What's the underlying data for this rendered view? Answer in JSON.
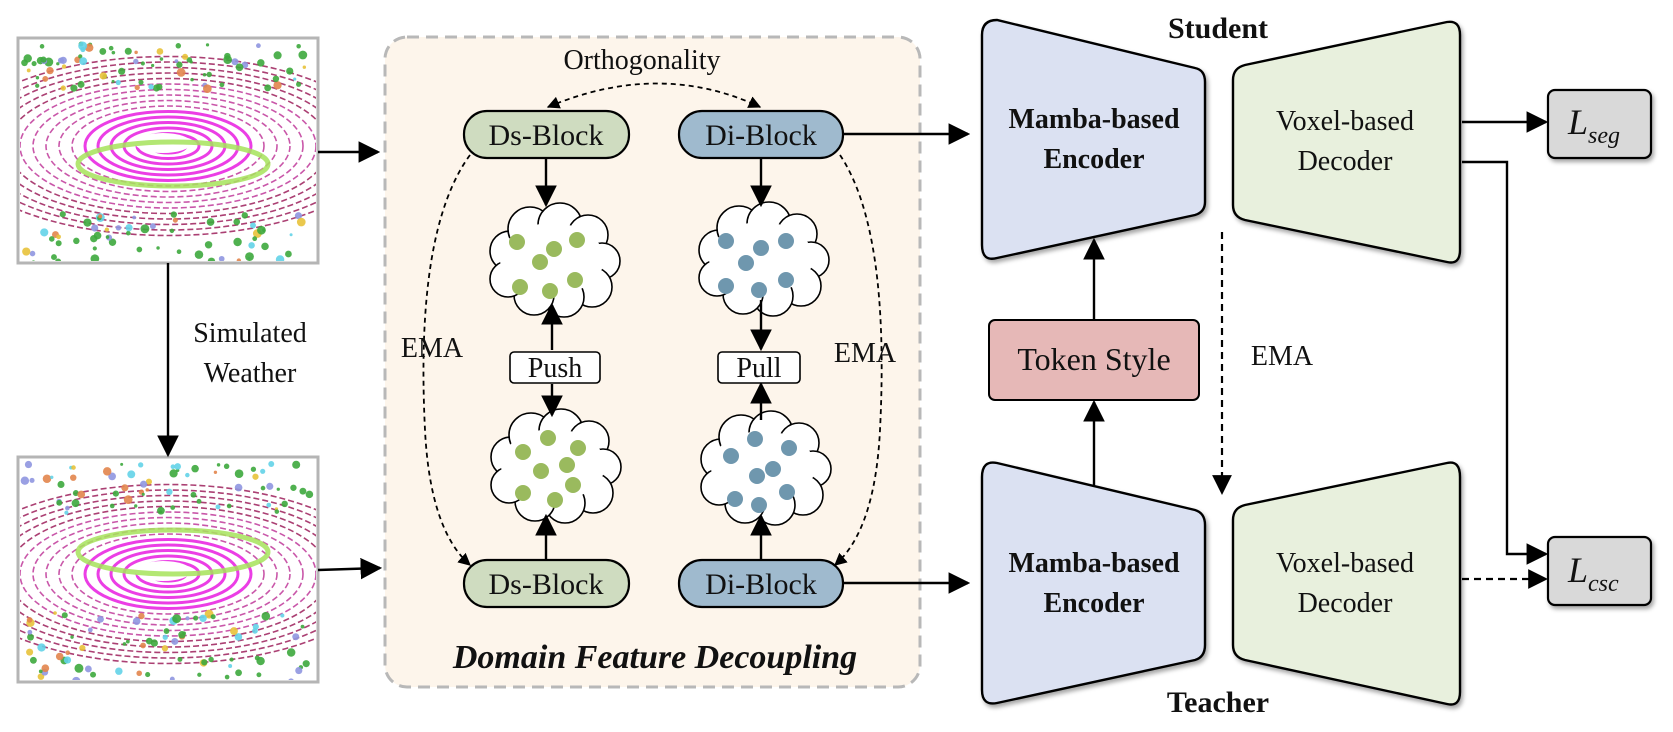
{
  "diagram": {
    "inputs": {
      "clean_scan": "clean-lidar-point-cloud",
      "weather_scan": "weather-augmented-lidar-point-cloud",
      "transform_label_line1": "Simulated",
      "transform_label_line2": "Weather"
    },
    "dfd_module": {
      "title": "Domain Feature Decoupling",
      "orthogonality_label": "Orthogonality",
      "ema_left": "EMA",
      "ema_right": "EMA",
      "ds_block_top": "Ds-Block",
      "di_block_top": "Di-Block",
      "ds_block_bottom": "Ds-Block",
      "di_block_bottom": "Di-Block",
      "push_label": "Push",
      "pull_label": "Pull"
    },
    "student": {
      "role_label": "Student",
      "encoder_line1": "Mamba-based",
      "encoder_line2": "Encoder",
      "decoder_line1": "Voxel-based",
      "decoder_line2": "Decoder"
    },
    "teacher": {
      "role_label": "Teacher",
      "encoder_line1": "Mamba-based",
      "encoder_line2": "Encoder",
      "decoder_line1": "Voxel-based",
      "decoder_line2": "Decoder"
    },
    "token_style_label": "Token Style",
    "ema_middle": "EMA",
    "losses": {
      "seg_main": "L",
      "seg_sub": "seg",
      "csc_main": "L",
      "csc_sub": "csc"
    },
    "colors": {
      "dfd_bg": "#fdf5eb",
      "dfd_border": "#b8b8b8",
      "ds_block": "#cfdcc0",
      "di_block": "#9fbace",
      "ds_dots": "#9aba5e",
      "di_dots": "#6f97ae",
      "encoder": "#dbe1f2",
      "decoder": "#e8f0dd",
      "token_style": "#e6b8b7",
      "loss_box": "#d9d9d9"
    }
  }
}
